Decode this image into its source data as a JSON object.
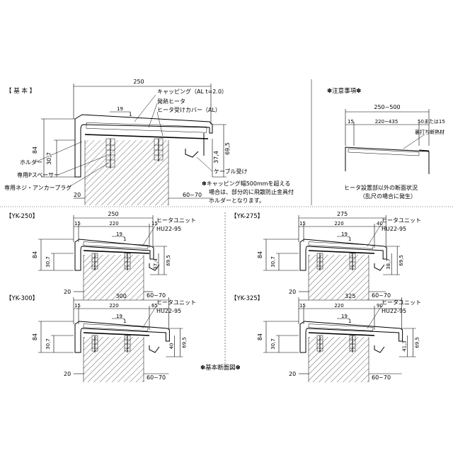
{
  "main": {
    "label": "【 基 本 】",
    "width_top": "250",
    "dim_19": "19",
    "dim_1": "1",
    "dim_84": "84",
    "dim_307": "30,7",
    "dim_374": "37,4",
    "dim_695": "69,5",
    "dim_20": "20",
    "dim_6070": "60~70",
    "callouts": {
      "capping": "キャッピング（AL t=2.0）",
      "heater": "発熱ヒータ",
      "heater_cover": "ヒータ受けカバー（AL）",
      "holder": "ホルダー",
      "spacer": "専用Pスペーサー",
      "anchor": "専用ネジ・アンカープラグ",
      "cable": "ケーブル受け",
      "note_line1": "✽キャッピング幅500mmを超える",
      "note_line2": "場合は、部分的に飛散防止金具付",
      "note_line3": "ホルダーとなります。"
    }
  },
  "note": {
    "title": "✽注意事項✽",
    "dim_top": "250~500",
    "dim_15": "15",
    "dim_mid": "220~435",
    "dim_right": "50または15",
    "label_back": "裏打ち断熱材",
    "caption1": "ヒータ設置部以外の断面状況",
    "caption2": "（乱尺の場合に発生）"
  },
  "variants": [
    {
      "label": "【YK-250】",
      "total": "250",
      "left": "15",
      "mid": "220",
      "right": "15",
      "unit_label": "ヒータユニット",
      "unit_model": "HU22-95",
      "d19": "19",
      "d1": "1",
      "h84": "84",
      "h307": "30,7",
      "hr1": "37,4",
      "hr2": "69,5",
      "b20": "20",
      "b6070": "60~70"
    },
    {
      "label": "【YK-275】",
      "total": "275",
      "left": "15",
      "mid": "220",
      "right": "40",
      "unit_label": "ヒータユニット",
      "unit_model": "HU22-95",
      "d19": "19",
      "d1": "1",
      "h84": "84",
      "h307": "30,7",
      "hr1": "38,7",
      "hr2": "69,5",
      "b20": "20",
      "b6070": "60~70"
    },
    {
      "label": "【YK-300】",
      "total": "300",
      "left": "15",
      "mid": "220",
      "right": "65",
      "unit_label": "ヒータユニット",
      "unit_model": "HU22-95",
      "d19": "19",
      "d1": "1",
      "h84": "84",
      "h307": "30,7",
      "hr1": "40",
      "hr2": "69,5",
      "b20": "20",
      "b6070": "60~70"
    },
    {
      "label": "【YK-325】",
      "total": "325",
      "left": "15",
      "mid": "220",
      "right": "90",
      "unit_label": "ヒータユニット",
      "unit_model": "HU22-95",
      "d19": "19",
      "d1": "1",
      "h84": "84",
      "h307": "30,7",
      "hr1": "41,3",
      "hr2": "69,5",
      "b20": "20",
      "b6070": "60~70"
    }
  ],
  "caption": "✽基本断面図✽"
}
